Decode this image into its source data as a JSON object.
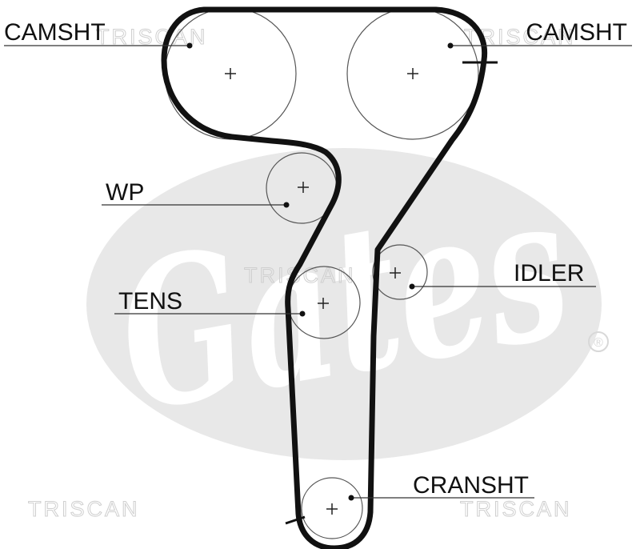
{
  "diagram": {
    "labels": {
      "camshaft_left": "CAMSHT",
      "camshaft_right": "CAMSHT",
      "water_pump": "WP",
      "idler": "IDLER",
      "tensioner": "TENS",
      "crankshaft": "CRANSHT"
    },
    "watermark": "TRISCAN",
    "logo": {
      "text": "Gates",
      "registered_symbol": "®",
      "color": "#e8e8e8"
    },
    "colors": {
      "belt": "#111111",
      "pulley_outline": "#555555",
      "watermark": "#cfcfcf"
    }
  }
}
